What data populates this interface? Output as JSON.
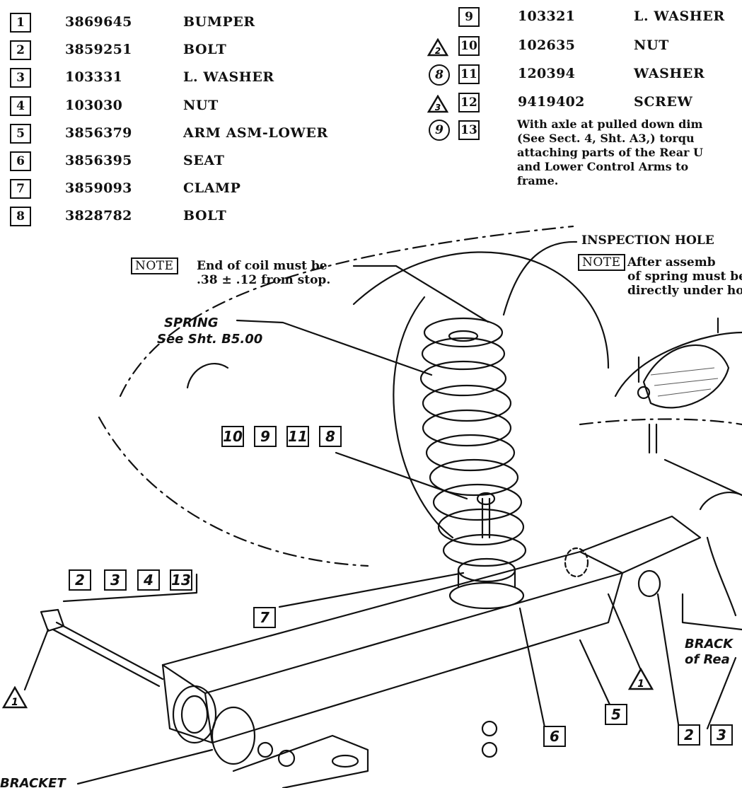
{
  "parts_left": [
    {
      "num": "1",
      "part": "3869645",
      "name": "BUMPER"
    },
    {
      "num": "2",
      "part": "3859251",
      "name": "BOLT"
    },
    {
      "num": "3",
      "part": "103331",
      "name": "L. WASHER"
    },
    {
      "num": "4",
      "part": "103030",
      "name": "NUT"
    },
    {
      "num": "5",
      "part": "3856379",
      "name": "ARM ASM-LOWER"
    },
    {
      "num": "6",
      "part": "3856395",
      "name": "SEAT"
    },
    {
      "num": "7",
      "part": "3859093",
      "name": "CLAMP"
    },
    {
      "num": "8",
      "part": "3828782",
      "name": "BOLT"
    }
  ],
  "parts_right": [
    {
      "mark": "",
      "num": "9",
      "part": "103321",
      "name": "L. WASHER"
    },
    {
      "mark": "2",
      "num": "10",
      "part": "102635",
      "name": "NUT"
    },
    {
      "mark": "8",
      "num": "11",
      "part": "120394",
      "name": "WASHER"
    },
    {
      "mark": "3",
      "num": "12",
      "part": "9419402",
      "name": "SCREW"
    },
    {
      "mark": "9",
      "num": "13",
      "part": "",
      "name": ""
    }
  ],
  "torque_note": "With axle at pulled down dim\n(See Sect. 4, Sht. A3,) torqu\nattaching parts of the Rear U\nand Lower Control Arms to\nframe.",
  "labels": {
    "inspection_hole": "INSPECTION HOLE",
    "note_word": "NOTE",
    "note_after": "After assemb\nof spring must be vi\ndirectly under hole.",
    "note_coil": "End of coil must be\n.38 ± .12 from stop.",
    "spring_title": "SPRING",
    "spring_ref": "See Sht. B5.00",
    "bracket_left": "BRACKET",
    "bracket_right": "BRACK\nof Rea"
  },
  "callouts": {
    "group_a": [
      "10",
      "9",
      "11",
      "8"
    ],
    "group_b": [
      "2",
      "3",
      "4",
      "13"
    ],
    "c7": "7",
    "c6": "6",
    "c5": "5",
    "group_c": [
      "2",
      "3"
    ],
    "tri_left": "1",
    "tri_right": "1"
  }
}
